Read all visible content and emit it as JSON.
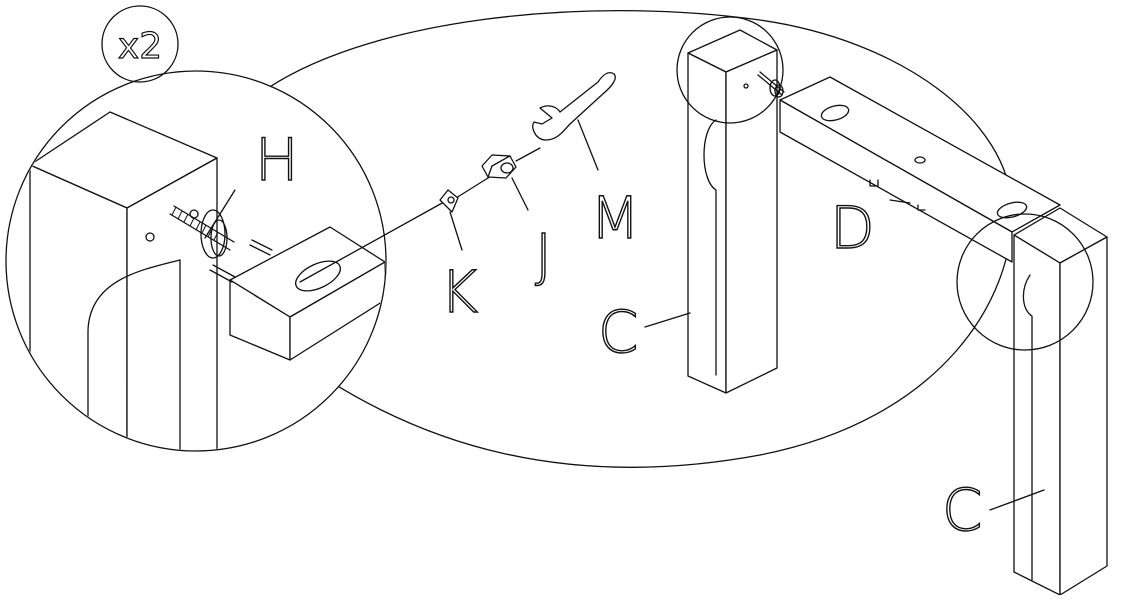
{
  "multiplier": "x2",
  "labels": {
    "h": "H",
    "k": "K",
    "j": "J",
    "m": "M",
    "d": "D",
    "c_front": "C",
    "c_back": "C"
  },
  "colors": {
    "line": "#111111",
    "background": "#ffffff"
  }
}
